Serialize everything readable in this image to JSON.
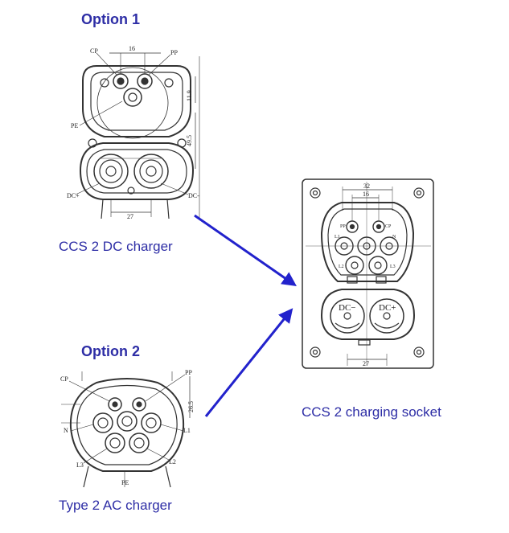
{
  "option1": {
    "heading": "Option 1",
    "caption": "CCS 2 DC charger",
    "labels": {
      "cp": "CP",
      "pp": "PP",
      "pe": "PE",
      "dc_minus": "DC-",
      "dc_plus": "DC+",
      "dim_16": "16",
      "dim_27": "27",
      "dim_11_9": "11.9",
      "dim_49_5": "49.5"
    }
  },
  "option2": {
    "heading": "Option 2",
    "caption": "Type 2 AC charger",
    "labels": {
      "cp": "CP",
      "pp": "PP",
      "pe": "PE",
      "n": "N",
      "l1": "L1",
      "l2": "L2",
      "l3": "L3",
      "dim_26_5": "26.5"
    }
  },
  "socket": {
    "caption": "CCS 2 charging socket",
    "labels": {
      "pp": "PP",
      "cp": "CP",
      "l1": "L1",
      "n": "N",
      "l2": "L2",
      "l3": "L3",
      "dc_minus": "DC−",
      "dc_plus": "DC+",
      "dim_32": "32",
      "dim_16": "16",
      "dim_27": "27"
    }
  },
  "colors": {
    "text": "#2e2ea6",
    "arrow": "#2222cc",
    "drawing": "#333333"
  }
}
